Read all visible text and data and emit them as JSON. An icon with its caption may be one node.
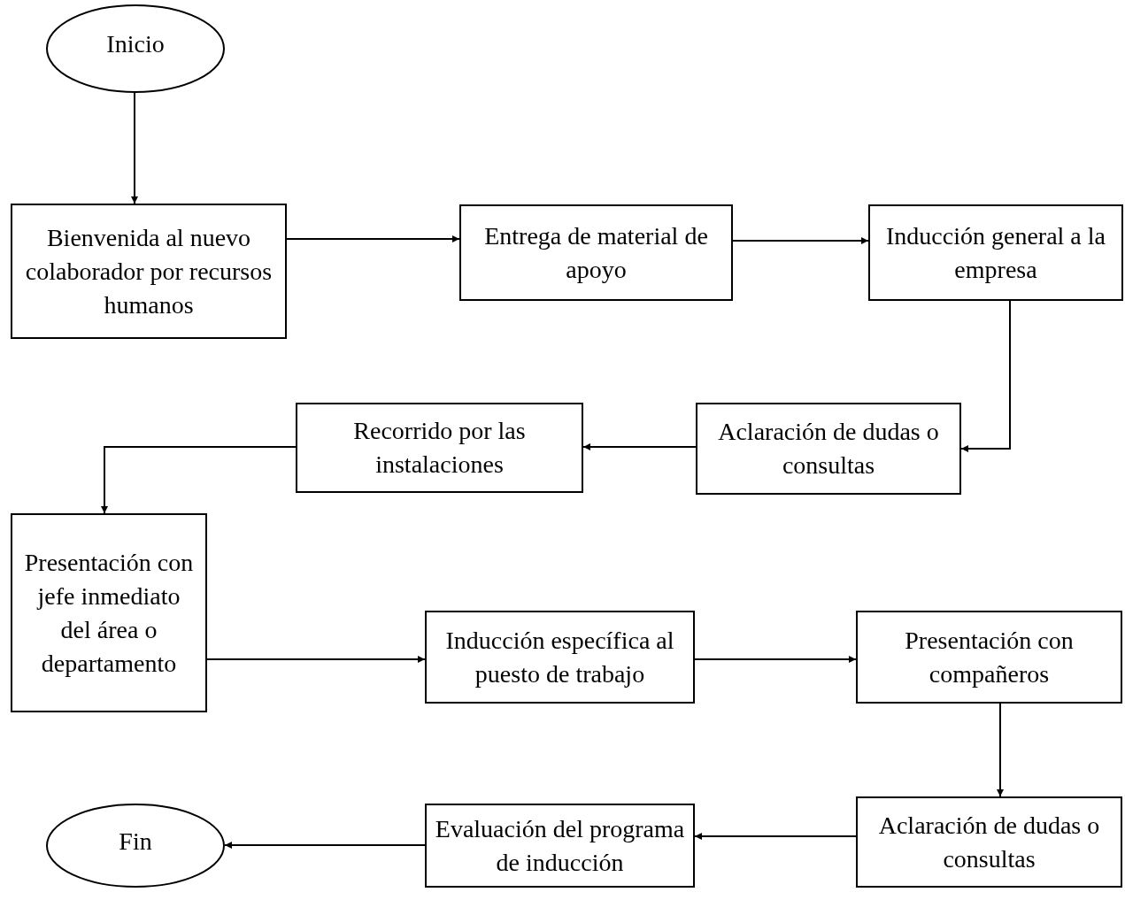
{
  "diagram": {
    "nodes": [
      {
        "text": [
          "Inicio"
        ]
      },
      {
        "text": [
          "Bienvenida al nuevo colaborador por recursos humanos"
        ]
      },
      {
        "text": [
          "Entrega de material de apoyo"
        ]
      },
      {
        "text": [
          "Inducción general a la empresa"
        ]
      },
      {
        "text": [
          "Aclaración de dudas o consultas"
        ]
      },
      {
        "text": [
          "Recorrido por las instalaciones"
        ]
      },
      {
        "text": [
          "Presentación con jefe inmediato del área o departamento"
        ]
      },
      {
        "text": [
          "Inducción específica al puesto de trabajo"
        ]
      },
      {
        "text": [
          "Presentación con compañeros"
        ]
      },
      {
        "text": [
          "Aclaración de dudas o consultas"
        ]
      },
      {
        "text": [
          "Evaluación del programa de inducción"
        ]
      },
      {
        "text": [
          "Fin"
        ]
      }
    ],
    "edges": [
      {
        "from": 0,
        "to": 1,
        "arrow": "to"
      },
      {
        "from": 1,
        "to": 2,
        "arrow": "to"
      },
      {
        "from": 2,
        "to": 3,
        "arrow": "to"
      },
      {
        "from": 3,
        "to": 4,
        "arrow": "to"
      },
      {
        "from": 4,
        "to": 5,
        "arrow": "to"
      },
      {
        "from": 5,
        "to": 6,
        "arrow": "to"
      },
      {
        "from": 6,
        "to": 7,
        "arrow": "to"
      },
      {
        "from": 7,
        "to": 8,
        "arrow": "to"
      },
      {
        "from": 8,
        "to": 9,
        "arrow": "to"
      },
      {
        "from": 9,
        "to": 10,
        "arrow": "to"
      },
      {
        "from": 10,
        "to": 11,
        "arrow": "to"
      }
    ]
  }
}
